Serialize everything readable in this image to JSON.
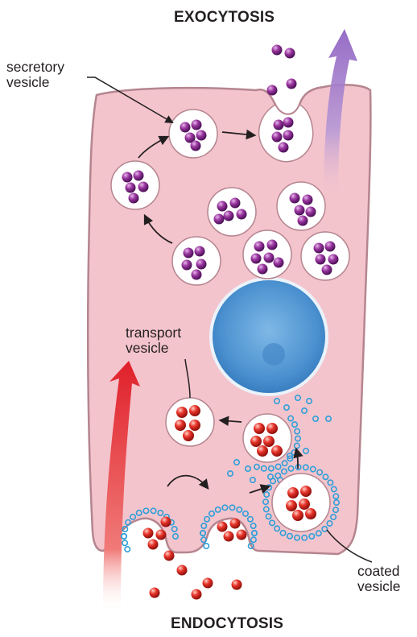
{
  "labels": {
    "exocytosis": "EXOCYTOSIS",
    "endocytosis": "ENDOCYTOSIS",
    "secretory_line1": "secretory",
    "secretory_line2": "vesicle",
    "transport_line1": "transport",
    "transport_line2": "vesicle",
    "coated_line1": "coated",
    "coated_line2": "vesicle"
  },
  "colors": {
    "cell_fill": "#f4c4cd",
    "cell_stroke": "#b5858f",
    "vesicle_fill": "#ffffff",
    "secretory_particle": "#8a2a8c",
    "endocytosed_particle": "#d9261c",
    "coat_ring": "#2e9fd8",
    "nucleus": "#4a9bd6",
    "exocytosis_arrow": "#9b7cc4",
    "endocytosis_arrow": "#e0252a"
  }
}
